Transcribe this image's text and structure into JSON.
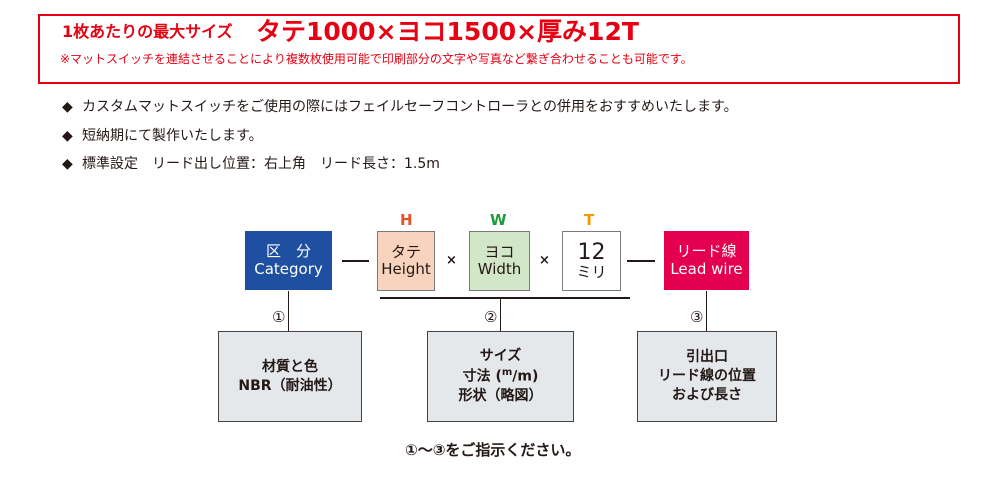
{
  "notice": {
    "max_label": "1枚あたりの最大サイズ",
    "max_value": "タテ1000×ヨコ1500×厚み12T",
    "note": "※マットスイッチを連結させることにより複数枚使用可能で印刷部分の文字や写真など繋ぎ合わせることも可能です。"
  },
  "bullets": [
    "カスタムマットスイッチをご使用の際にはフェイルセーフコントローラとの併用をおすすめいたします。",
    "短納期にて製作いたします。",
    "標準設定　リード出し位置：右上角　リード長さ：1.5m"
  ],
  "bullet_mark": "◆",
  "diagram": {
    "category": {
      "jp": "区　分",
      "en": "Category"
    },
    "height": {
      "letter": "H",
      "jp": "タテ",
      "en": "Height"
    },
    "width": {
      "letter": "W",
      "jp": "ヨコ",
      "en": "Width"
    },
    "thickness": {
      "letter": "T",
      "value": "12",
      "unit": "ミリ"
    },
    "lead": {
      "jp": "リード線",
      "en": "Lead wire"
    },
    "times_sign": "×",
    "numbers": [
      "①",
      "②",
      "③"
    ],
    "material_lines": [
      "材質と色",
      "NBR（耐油性）"
    ],
    "size_lines": [
      "サイズ",
      "寸法",
      "m",
      "/m)",
      "形状（略図）"
    ],
    "lead_lines": [
      "引出口",
      "リード線の位置",
      "および長さ"
    ],
    "footer": "①～③をご指示ください。"
  },
  "colors": {
    "notice_red": "#e60012",
    "category_blue": "#1e4fa0",
    "lead_pink": "#e5004f",
    "height_fill": "#f8d3bd",
    "width_fill": "#d2e6c8",
    "letter_h": "#e8502a",
    "letter_w": "#1f9a3c",
    "letter_t": "#f39800"
  }
}
